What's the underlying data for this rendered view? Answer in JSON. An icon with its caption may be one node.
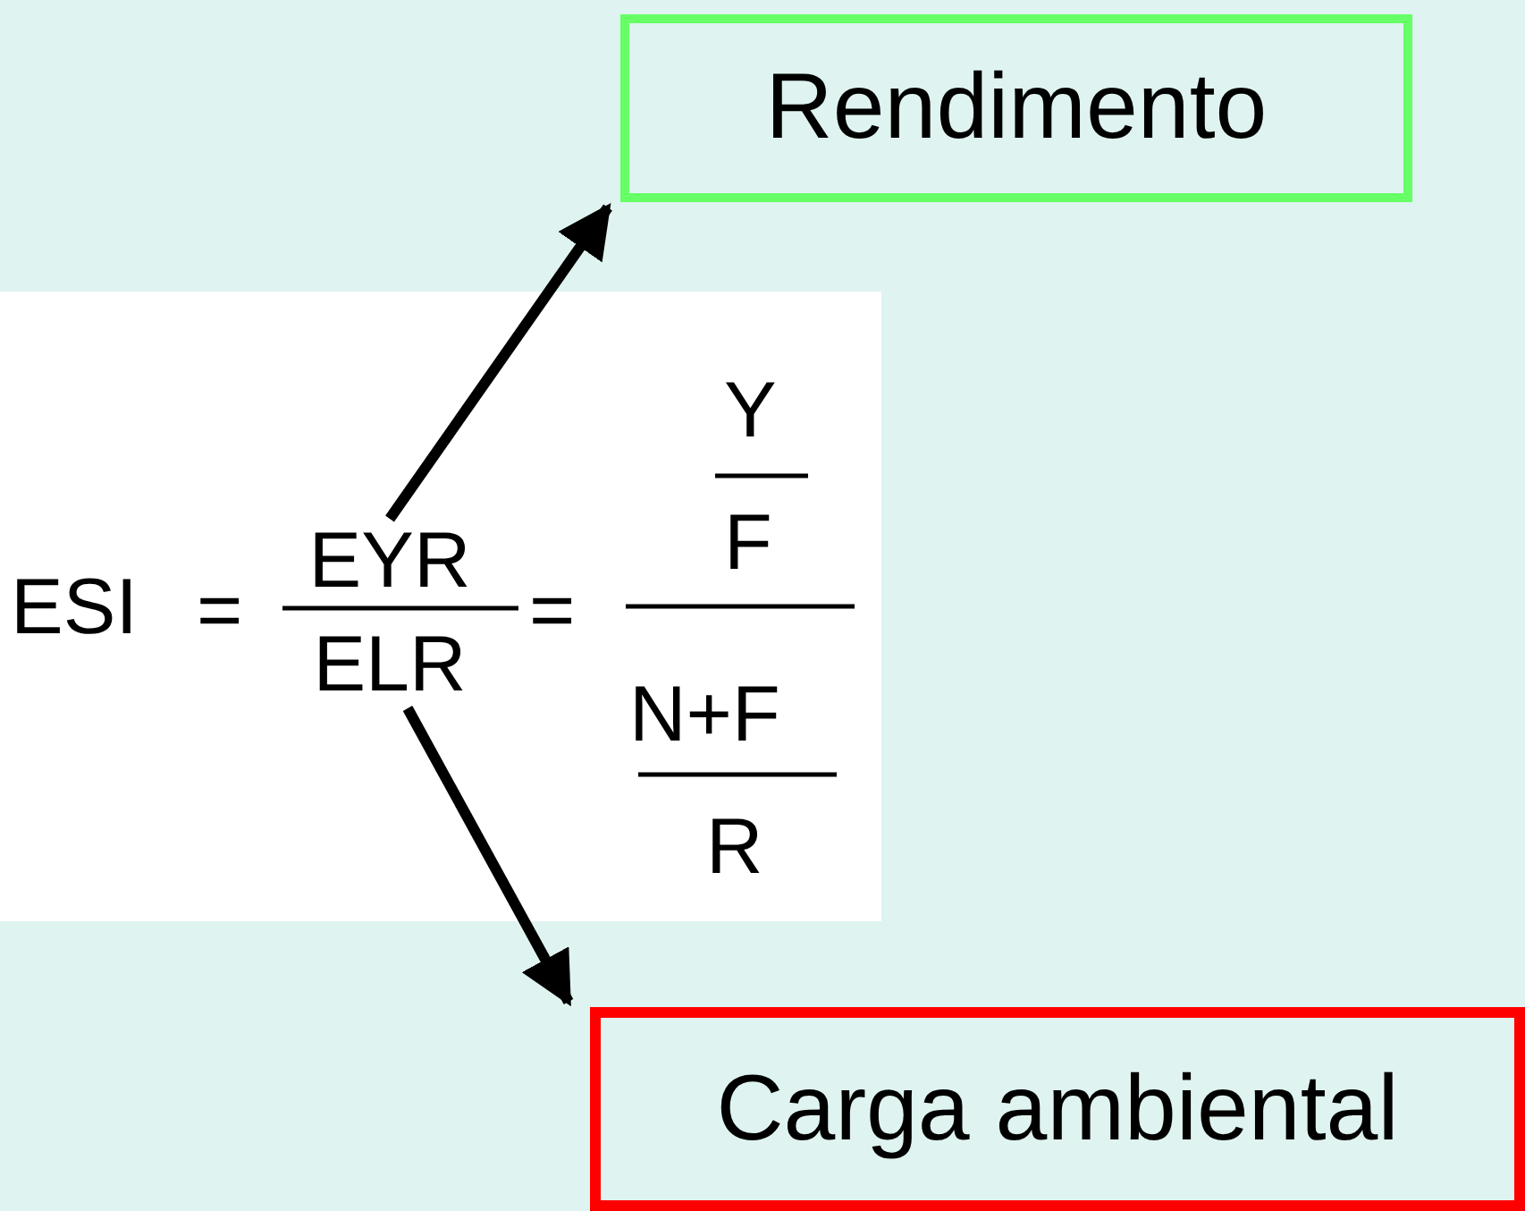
{
  "diagram": {
    "nodes": [
      {
        "text": [
          "Rendimento"
        ]
      },
      {
        "text": [
          "EYR"
        ]
      },
      {
        "text": [
          "ELR"
        ]
      },
      {
        "text": [
          "Carga ambiental"
        ]
      }
    ],
    "edges": [
      {
        "from": 1,
        "to": 0,
        "arrow": "to"
      },
      {
        "from": 2,
        "to": 3,
        "arrow": "to"
      }
    ],
    "labels": [
      "ESI",
      "=",
      "=",
      "Y",
      "F",
      "N+F",
      "R"
    ]
  }
}
